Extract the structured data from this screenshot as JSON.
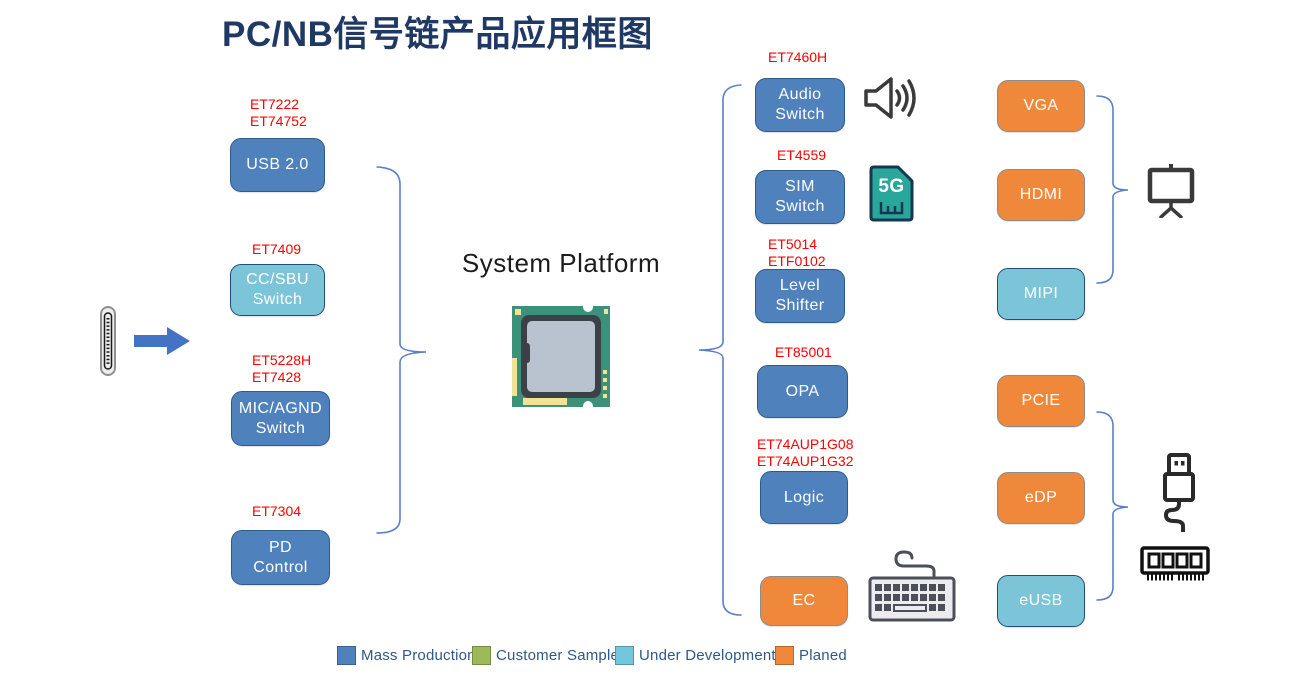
{
  "title": "PC/NB信号链产品应用框图",
  "center": {
    "label": "System Platform"
  },
  "colors": {
    "title": "#1F3864",
    "part_number": "#FF0000",
    "brace": "#5B7FC7",
    "arrow": "#4472C4",
    "legend_text": "#2E5886"
  },
  "status_colors": {
    "mass_production": {
      "fill": "#4F81BD",
      "border": "#2E5C8A",
      "label": "Mass Production"
    },
    "customer_sample": {
      "fill": "#9BBB59",
      "border": "#71893F",
      "label": "Customer Sample"
    },
    "under_development": {
      "fill": "#7CC5D9",
      "border": "#1F4E79",
      "label": "Under Development"
    },
    "planed": {
      "fill": "#F0883C",
      "border": "#8C8C8C",
      "label": "Planed"
    }
  },
  "groups": {
    "usb_input": {
      "boxes": [
        {
          "label": "USB 2.0",
          "parts": [
            "ET7222",
            "ET74752"
          ],
          "status": "mass_production"
        },
        {
          "label": "CC/SBU\nSwitch",
          "parts": [
            "ET7409"
          ],
          "status": "under_development"
        },
        {
          "label": "MIC/AGND\nSwitch",
          "parts": [
            "ET5228H",
            "ET7428"
          ],
          "status": "mass_production"
        },
        {
          "label": "PD\nControl",
          "parts": [
            "ET7304"
          ],
          "status": "mass_production"
        }
      ]
    },
    "platform_peripherals": {
      "boxes": [
        {
          "label": "Audio\nSwitch",
          "parts": [
            "ET7460H"
          ],
          "status": "mass_production"
        },
        {
          "label": "SIM\nSwitch",
          "parts": [
            "ET4559"
          ],
          "status": "mass_production"
        },
        {
          "label": "Level\nShifter",
          "parts": [
            "ET5014",
            "ETF0102"
          ],
          "status": "mass_production"
        },
        {
          "label": "OPA",
          "parts": [
            "ET85001"
          ],
          "status": "mass_production"
        },
        {
          "label": "Logic",
          "parts": [
            "ET74AUP1G08",
            "ET74AUP1G32"
          ],
          "status": "mass_production"
        },
        {
          "label": "EC",
          "parts": [],
          "status": "planed"
        }
      ]
    },
    "display_outputs": {
      "boxes": [
        {
          "label": "VGA",
          "status": "planed"
        },
        {
          "label": "HDMI",
          "status": "planed"
        },
        {
          "label": "MIPI",
          "status": "under_development"
        }
      ]
    },
    "io_outputs": {
      "boxes": [
        {
          "label": "PCIE",
          "status": "planed"
        },
        {
          "label": "eDP",
          "status": "planed"
        },
        {
          "label": "eUSB",
          "status": "under_development"
        }
      ]
    }
  },
  "legend": {
    "items": [
      {
        "label": "Mass Production",
        "color": "#4F81BD"
      },
      {
        "label": "Customer Sample",
        "color": "#9BBB59"
      },
      {
        "label": "Under Development",
        "color": "#72C7DC"
      },
      {
        "label": "Planed",
        "color": "#F0883C"
      }
    ]
  },
  "icons": {
    "usb_c_connector": "usb-c-connector-icon",
    "flow_arrow": "arrow-right-icon",
    "cpu_chip": "cpu-chip-icon",
    "speaker": "speaker-icon",
    "sim_card_5g": "5g-sim-card-icon",
    "sim_card_5g_text": "5G",
    "keyboard": "keyboard-icon",
    "projection_screen": "projection-screen-icon",
    "usb_plug": "usb-plug-icon",
    "memory_module": "ram-memory-icon"
  }
}
